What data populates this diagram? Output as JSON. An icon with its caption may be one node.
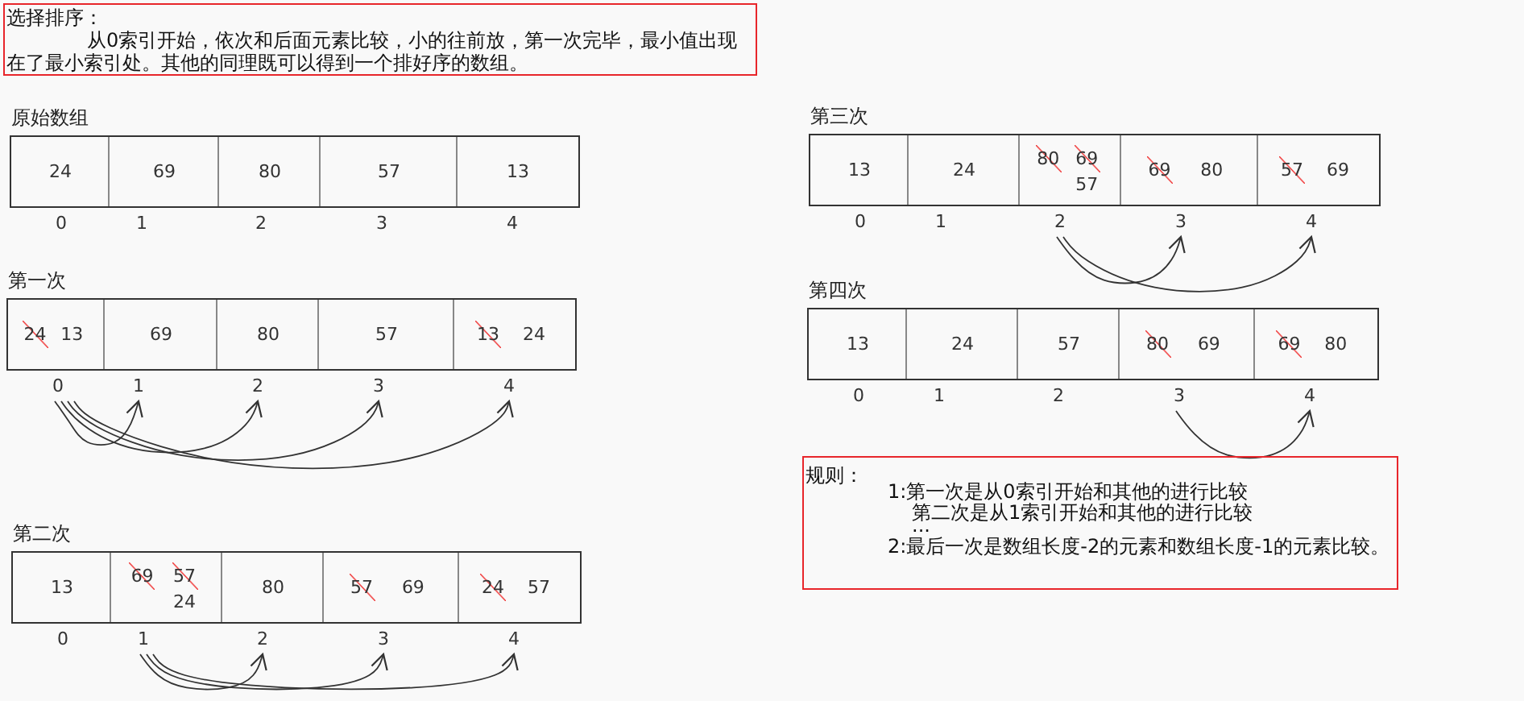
{
  "diagram": {
    "nodes": [
      {
        "text": [
          "选择排序：",
          "从0索引开始，依次和后面元素比较，小的往前放，第一次完毕，最小值出现在了最小索引处。其他的同理既可以得到一个排好序的数组。"
        ]
      },
      {
        "text": [
          "原始数组"
        ]
      },
      {
        "in": 1,
        "text": [
          "24"
        ]
      },
      {
        "in": 1,
        "text": [
          "69"
        ]
      },
      {
        "in": 1,
        "text": [
          "80"
        ]
      },
      {
        "in": 1,
        "text": [
          "57"
        ]
      },
      {
        "in": 1,
        "text": [
          "13"
        ]
      },
      {
        "text": [
          "0"
        ]
      },
      {
        "text": [
          "1"
        ]
      },
      {
        "text": [
          "2"
        ]
      },
      {
        "text": [
          "3"
        ]
      },
      {
        "text": [
          "4"
        ]
      },
      {
        "text": [
          "第一次"
        ]
      },
      {
        "in": 12,
        "text": [
          "24",
          "13"
        ]
      },
      {
        "in": 12,
        "text": [
          "69"
        ]
      },
      {
        "in": 12,
        "text": [
          "80"
        ]
      },
      {
        "in": 12,
        "text": [
          "57"
        ]
      },
      {
        "in": 12,
        "text": [
          "13",
          "24"
        ]
      },
      {
        "text": [
          "0"
        ]
      },
      {
        "text": [
          "1"
        ]
      },
      {
        "text": [
          "2"
        ]
      },
      {
        "text": [
          "3"
        ]
      },
      {
        "text": [
          "4"
        ]
      },
      {
        "text": [
          "第二次"
        ]
      },
      {
        "in": 23,
        "text": [
          "13"
        ]
      },
      {
        "in": 23,
        "text": [
          "69",
          "57",
          "24"
        ]
      },
      {
        "in": 23,
        "text": [
          "80"
        ]
      },
      {
        "in": 23,
        "text": [
          "57",
          "69"
        ]
      },
      {
        "in": 23,
        "text": [
          "24",
          "57"
        ]
      },
      {
        "text": [
          "0"
        ]
      },
      {
        "text": [
          "1"
        ]
      },
      {
        "text": [
          "2"
        ]
      },
      {
        "text": [
          "3"
        ]
      },
      {
        "text": [
          "4"
        ]
      },
      {
        "text": [
          "第三次"
        ]
      },
      {
        "in": 34,
        "text": [
          "13"
        ]
      },
      {
        "in": 34,
        "text": [
          "24"
        ]
      },
      {
        "in": 34,
        "text": [
          "80",
          "69",
          "57"
        ]
      },
      {
        "in": 34,
        "text": [
          "69",
          "80"
        ]
      },
      {
        "in": 34,
        "text": [
          "57",
          "69"
        ]
      },
      {
        "text": [
          "0"
        ]
      },
      {
        "text": [
          "1"
        ]
      },
      {
        "text": [
          "2"
        ]
      },
      {
        "text": [
          "3"
        ]
      },
      {
        "text": [
          "4"
        ]
      },
      {
        "text": [
          "第四次"
        ]
      },
      {
        "in": 45,
        "text": [
          "13"
        ]
      },
      {
        "in": 45,
        "text": [
          "24"
        ]
      },
      {
        "in": 45,
        "text": [
          "57"
        ]
      },
      {
        "in": 45,
        "text": [
          "80",
          "69"
        ]
      },
      {
        "in": 45,
        "text": [
          "69",
          "80"
        ]
      },
      {
        "text": [
          "0"
        ]
      },
      {
        "text": [
          "1"
        ]
      },
      {
        "text": [
          "2"
        ]
      },
      {
        "text": [
          "3"
        ]
      },
      {
        "text": [
          "4"
        ]
      },
      {
        "text": [
          "规则：",
          "1:第一次是从0索引开始和其他的进行比较",
          "第二次是从1索引开始和其他的进行比较",
          "...",
          "2:最后一次是数组长度-2的元素和数组长度-1的元素比较。"
        ]
      }
    ],
    "edges": [
      {
        "from": 18,
        "to": 19,
        "arrow": "to"
      },
      {
        "from": 18,
        "to": 20,
        "arrow": "to"
      },
      {
        "from": 18,
        "to": 21,
        "arrow": "to"
      },
      {
        "from": 18,
        "to": 22,
        "arrow": "to"
      },
      {
        "from": 30,
        "to": 31,
        "arrow": "to"
      },
      {
        "from": 30,
        "to": 32,
        "arrow": "to"
      },
      {
        "from": 30,
        "to": 33,
        "arrow": "to"
      },
      {
        "from": 42,
        "to": 43,
        "arrow": "to"
      },
      {
        "from": 42,
        "to": 44,
        "arrow": "to"
      },
      {
        "from": 54,
        "to": 55,
        "arrow": "to"
      }
    ]
  }
}
